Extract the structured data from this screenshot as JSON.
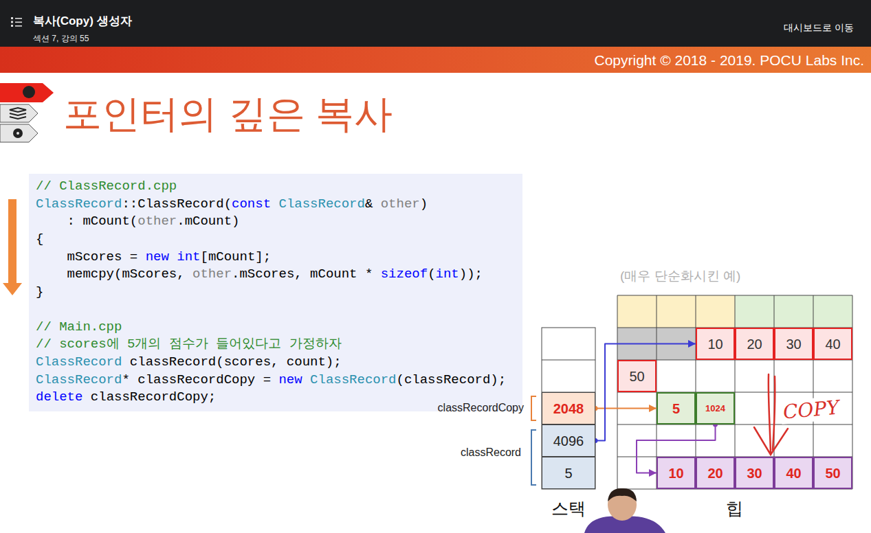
{
  "diagram": {
    "title": "포인터의 깊은 복사",
    "nodes": [
      {
        "text": [
          "복사(Copy) 생성자",
          "섹션 7, 강의 55",
          "대시보드로 이동"
        ]
      },
      {
        "text": [
          "Copyright © 2018 - 2019. POCU Labs Inc."
        ]
      },
      {
        "text": [
          "// ClassRecord.cpp",
          "ClassRecord::ClassRecord(const ClassRecord& other)",
          "    : mCount(other.mCount)",
          "{",
          "    mScores = new int[mCount];",
          "    memcpy(mScores, other.mScores, mCount * sizeof(int));",
          "}",
          "// Main.cpp",
          "// scores에 5개의 점수가 들어있다고 가정하자",
          "ClassRecord classRecord(scores, count);",
          "ClassRecord* classRecordCopy = new ClassRecord(classRecord);",
          "delete classRecordCopy;"
        ]
      },
      {
        "text": [
          "10"
        ]
      },
      {
        "text": [
          "20"
        ]
      },
      {
        "text": [
          "30"
        ]
      },
      {
        "text": [
          "40"
        ]
      },
      {
        "text": [
          "50"
        ]
      },
      {
        "text": [
          "2048"
        ]
      },
      {
        "text": [
          "5"
        ]
      },
      {
        "text": [
          "1024"
        ]
      },
      {
        "text": [
          "4096"
        ]
      },
      {
        "text": [
          "5"
        ]
      },
      {
        "text": [
          "10"
        ]
      },
      {
        "text": [
          "20"
        ]
      },
      {
        "text": [
          "30"
        ]
      },
      {
        "text": [
          "40"
        ]
      },
      {
        "text": [
          "50"
        ]
      }
    ],
    "edges": [
      {
        "from": 8,
        "to": 9,
        "arrow": "to"
      },
      {
        "from": 11,
        "to": 3,
        "arrow": "to"
      },
      {
        "from": 10,
        "to": 13,
        "arrow": "to"
      }
    ],
    "labels": [
      "(매우 단순화시킨 예)",
      "classRecordCopy",
      "classRecord",
      "스택",
      "힙",
      "COPY"
    ]
  }
}
